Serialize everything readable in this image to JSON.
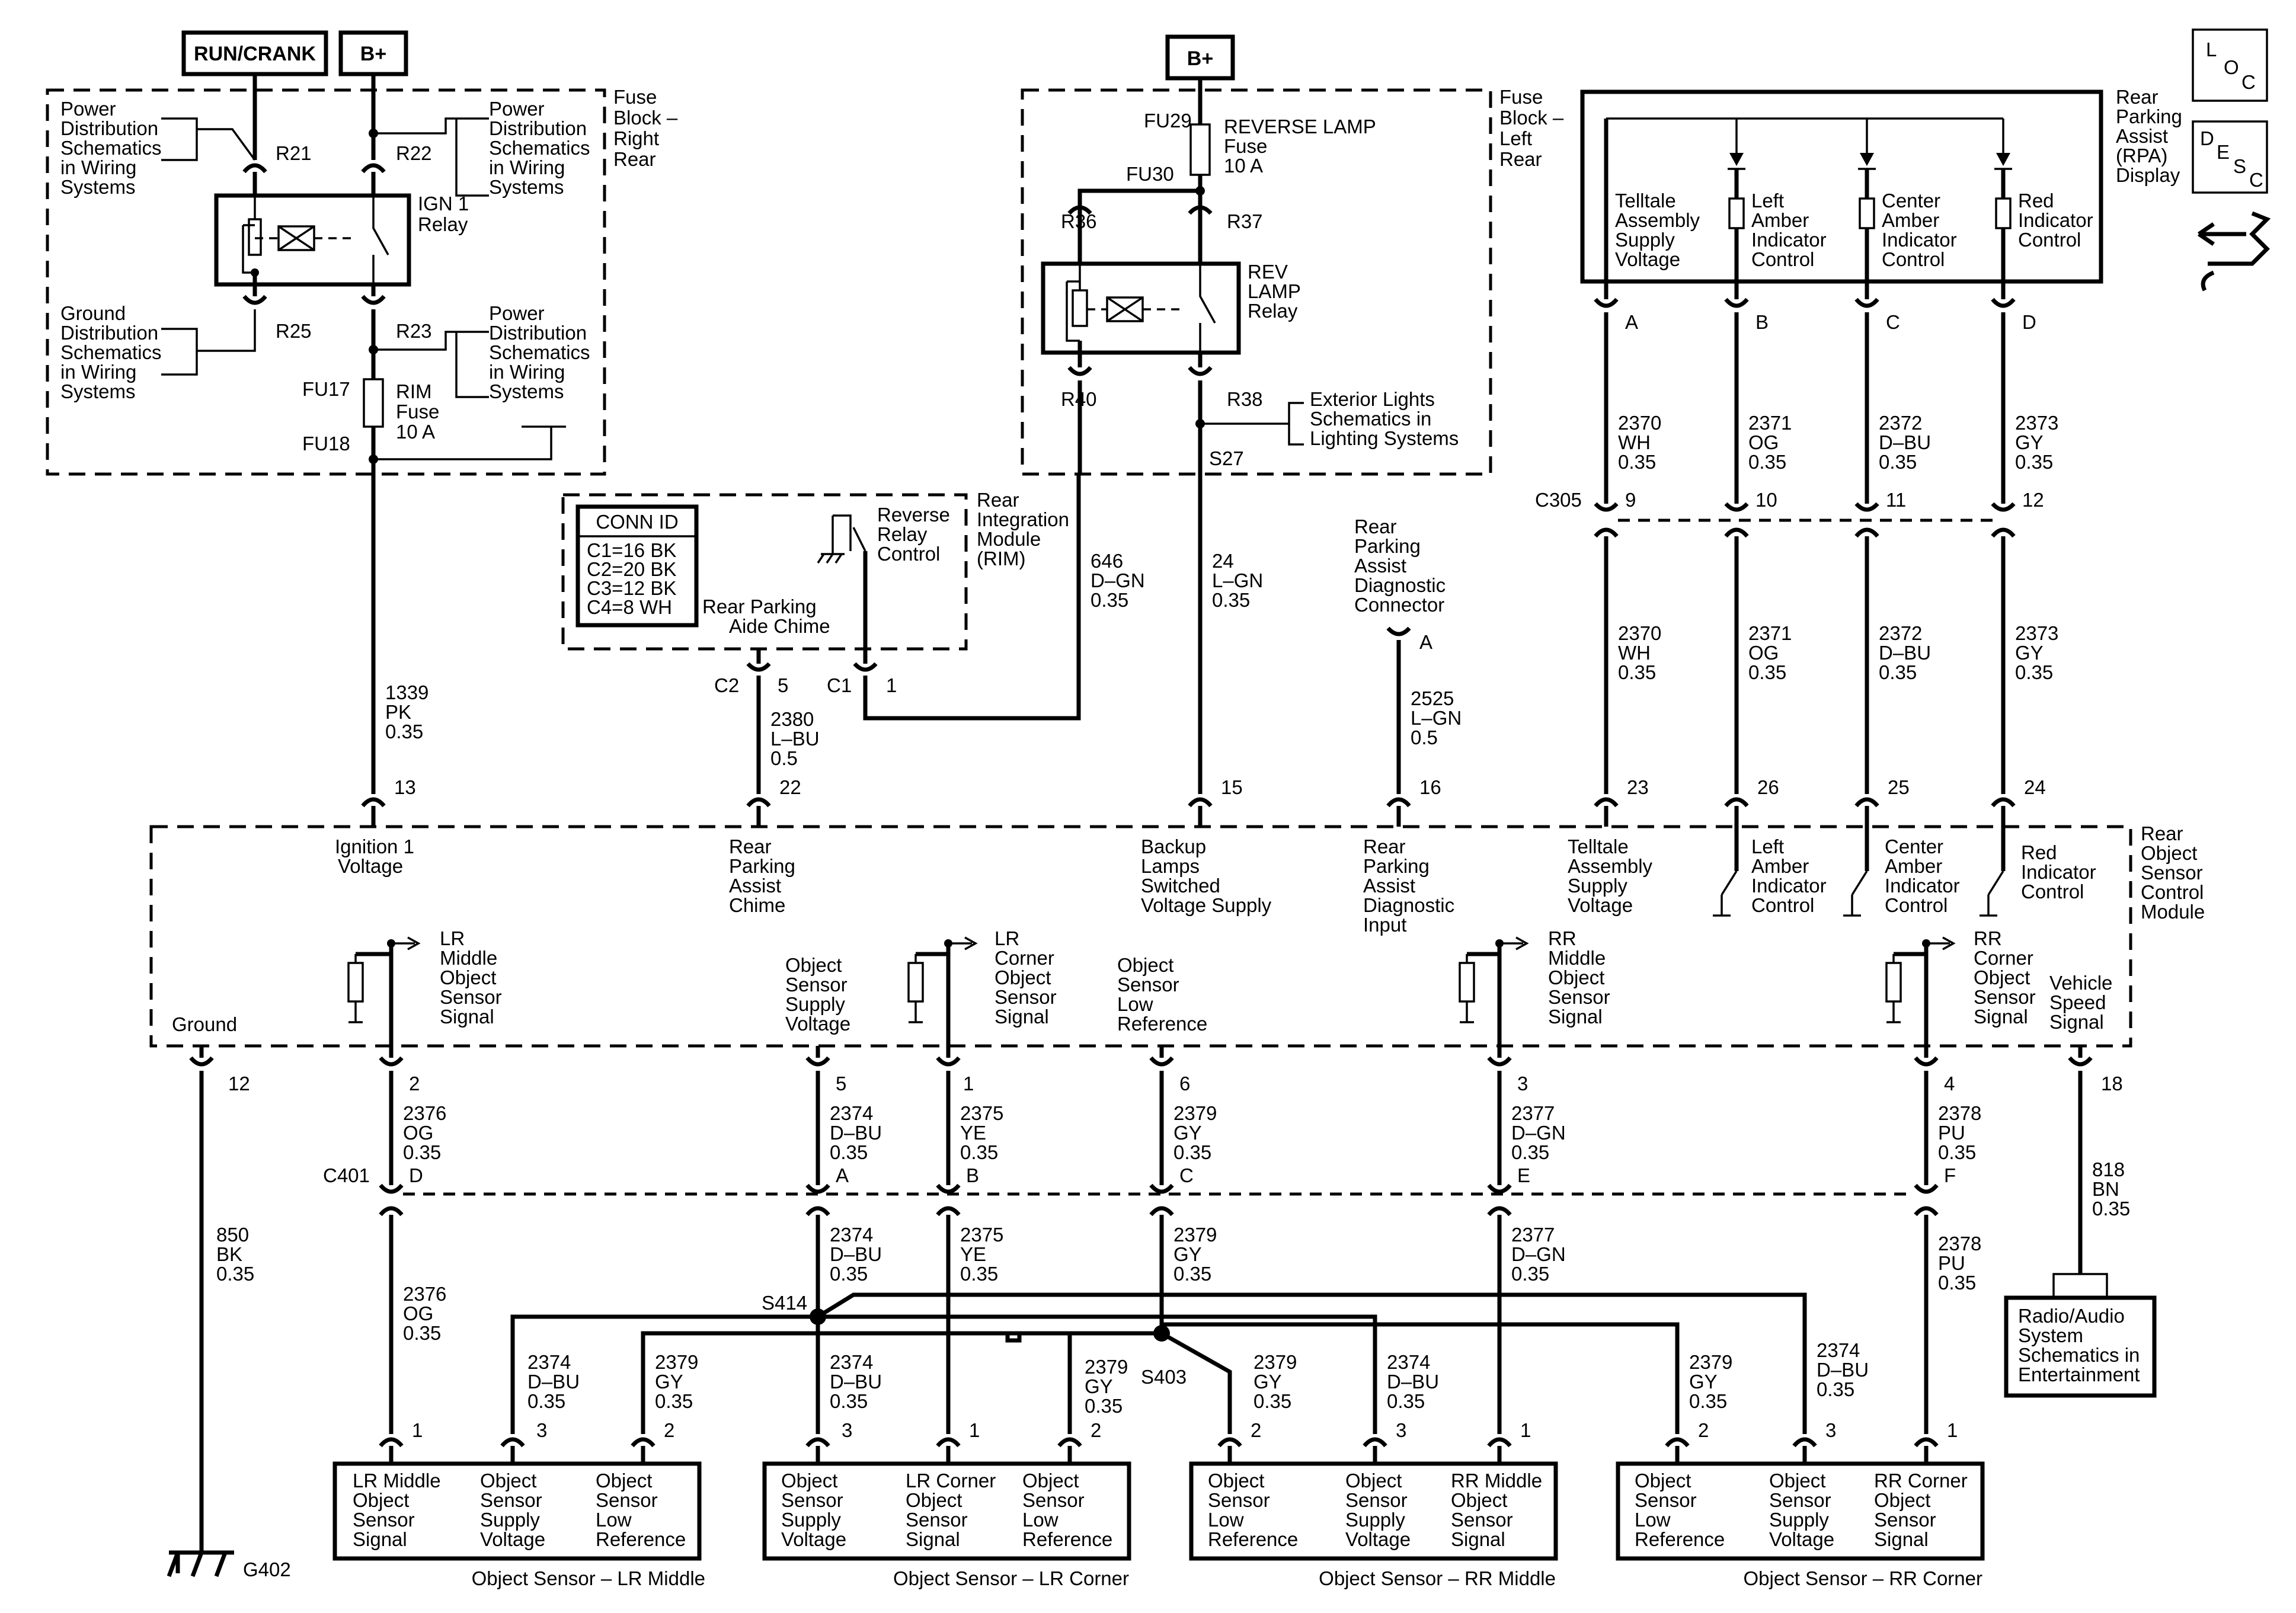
{
  "power": {
    "run_crank": "RUN/CRANK",
    "bplus": "B+",
    "bplus2": "B+"
  },
  "fuse_right": {
    "title": [
      "Fuse",
      "Block –",
      "Right",
      "Rear"
    ],
    "pwr_ref_1": [
      "Power",
      "Distribution",
      "Schematics",
      "in Wiring",
      "Systems"
    ],
    "pwr_ref_2": [
      "Power",
      "Distribution",
      "Schematics",
      "in Wiring",
      "Systems"
    ],
    "pwr_ref_3": [
      "Power",
      "Distribution",
      "Schematics",
      "in Wiring",
      "Systems"
    ],
    "gnd_ref": [
      "Ground",
      "Distribution",
      "Schematics",
      "in Wiring",
      "Systems"
    ],
    "R21": "R21",
    "R22": "R22",
    "R25": "R25",
    "R23": "R23",
    "relay": [
      "IGN 1",
      "Relay"
    ],
    "FU17": "FU17",
    "FU18": "FU18",
    "fuse": [
      "RIM",
      "Fuse",
      "10 A"
    ]
  },
  "fuse_left": {
    "title": [
      "Fuse",
      "Block –",
      "Left",
      "Rear"
    ],
    "FU29": "FU29",
    "FU30": "FU30",
    "fuse": [
      "REVERSE LAMP",
      "Fuse",
      "10 A"
    ],
    "R36": "R36",
    "R37": "R37",
    "R40": "R40",
    "R38": "R38",
    "relay": [
      "REV",
      "LAMP",
      "Relay"
    ],
    "ext_ref": [
      "Exterior Lights",
      "Schematics in",
      "Lighting Systems"
    ],
    "S27": "S27"
  },
  "rim": {
    "title": [
      "Rear",
      "Integration",
      "Module",
      "(RIM)"
    ],
    "conn_id": "CONN ID",
    "conn_lines": [
      "C1=16 BK",
      "C2=20 BK",
      "C3=12 BK",
      "C4=8 WH"
    ],
    "reverse": [
      "Reverse",
      "Relay",
      "Control"
    ],
    "chime": [
      "Rear Parking",
      "Aide Chime"
    ],
    "C2": "C2",
    "C2_pin": "5",
    "C1": "C1",
    "C1_pin": "1"
  },
  "wires_upper": {
    "w1339": [
      "1339",
      "PK",
      "0.35"
    ],
    "w2380": [
      "2380",
      "L–BU",
      "0.5"
    ],
    "w646": [
      "646",
      "D–GN",
      "0.35"
    ],
    "w24": [
      "24",
      "L–GN",
      "0.35"
    ],
    "w2525": [
      "2525",
      "L–GN",
      "0.5"
    ]
  },
  "diag_conn": {
    "label": [
      "Rear",
      "Parking",
      "Assist",
      "Diagnostic",
      "Connector"
    ],
    "pin": "A"
  },
  "rpa": {
    "title": [
      "Rear",
      "Parking",
      "Assist",
      "(RPA)",
      "Display"
    ],
    "loc": [
      "L",
      "O",
      "C"
    ],
    "desc": [
      "D",
      "E",
      "S",
      "C"
    ],
    "inner": [
      [
        "Telltale",
        "Assembly",
        "Supply",
        "Voltage"
      ],
      [
        "Left",
        "Amber",
        "Indicator",
        "Control"
      ],
      [
        "Center",
        "Amber",
        "Indicator",
        "Control"
      ],
      [
        "Red",
        "Indicator",
        "Control"
      ]
    ],
    "pins": [
      "A",
      "B",
      "C",
      "D"
    ],
    "wires_top": [
      [
        "2370",
        "WH",
        "0.35"
      ],
      [
        "2371",
        "OG",
        "0.35"
      ],
      [
        "2372",
        "D–BU",
        "0.35"
      ],
      [
        "2373",
        "GY",
        "0.35"
      ]
    ],
    "c305": "C305",
    "c305_pins": [
      "9",
      "10",
      "11",
      "12"
    ],
    "wires_bottom": [
      [
        "2370",
        "WH",
        "0.35"
      ],
      [
        "2371",
        "OG",
        "0.35"
      ],
      [
        "2372",
        "D–BU",
        "0.35"
      ],
      [
        "2373",
        "GY",
        "0.35"
      ]
    ]
  },
  "module": {
    "title": [
      "Rear",
      "Object",
      "Sensor",
      "Control",
      "Module"
    ],
    "top_pins": [
      "13",
      "22",
      "15",
      "16",
      "23",
      "26",
      "25",
      "24"
    ],
    "top_labels": [
      [
        "Ignition 1",
        "Voltage"
      ],
      [
        "Rear",
        "Parking",
        "Assist",
        "Chime"
      ],
      [
        "Backup",
        "Lamps",
        "Switched",
        "Voltage Supply"
      ],
      [
        "Rear",
        "Parking",
        "Assist",
        "Diagnostic",
        "Input"
      ],
      [
        "Telltale",
        "Assembly",
        "Supply",
        "Voltage"
      ],
      [
        "Left",
        "Amber",
        "Indicator",
        "Control"
      ],
      [
        "Center",
        "Amber",
        "Indicator",
        "Control"
      ],
      [
        "Red",
        "Indicator",
        "Control"
      ]
    ],
    "inner_labels": {
      "lr_middle": [
        "LR",
        "Middle",
        "Object",
        "Sensor",
        "Signal"
      ],
      "supply": [
        "Object",
        "Sensor",
        "Supply",
        "Voltage"
      ],
      "lr_corner": [
        "LR",
        "Corner",
        "Object",
        "Sensor",
        "Signal"
      ],
      "low_ref": [
        "Object",
        "Sensor",
        "Low",
        "Reference"
      ],
      "rr_middle": [
        "RR",
        "Middle",
        "Object",
        "Sensor",
        "Signal"
      ],
      "rr_corner": [
        "RR",
        "Corner",
        "Object",
        "Sensor",
        "Signal"
      ],
      "vss": [
        "Vehicle",
        "Speed",
        "Signal"
      ],
      "ground": "Ground"
    },
    "bottom_pins": [
      "12",
      "2",
      "5",
      "1",
      "6",
      "3",
      "4",
      "18"
    ]
  },
  "c401": {
    "label": "C401",
    "pins": [
      "D",
      "A",
      "B",
      "C",
      "E",
      "F"
    ],
    "wires_above": [
      [
        "2376",
        "OG",
        "0.35"
      ],
      [
        "2374",
        "D–BU",
        "0.35"
      ],
      [
        "2375",
        "YE",
        "0.35"
      ],
      [
        "2379",
        "GY",
        "0.35"
      ],
      [
        "2377",
        "D–GN",
        "0.35"
      ],
      [
        "2378",
        "PU",
        "0.35"
      ]
    ],
    "wires_below": [
      [
        "2376",
        "OG",
        "0.35"
      ],
      [
        "2374",
        "D–BU",
        "0.35"
      ],
      [
        "2375",
        "YE",
        "0.35"
      ],
      [
        "2379",
        "GY",
        "0.35"
      ],
      [
        "2377",
        "D–GN",
        "0.35"
      ],
      [
        "2378",
        "PU",
        "0.35"
      ]
    ]
  },
  "ground_wire": {
    "wire": [
      "850",
      "BK",
      "0.35"
    ],
    "g402": "G402"
  },
  "vss_wire": {
    "wire": [
      "818",
      "BN",
      "0.35"
    ],
    "ref": [
      "Radio/Audio",
      "System",
      "Schematics in",
      "Entertainment"
    ]
  },
  "splices": {
    "s414": "S414",
    "s403": "S403"
  },
  "branch_wires": {
    "lrm_supply": [
      "2374",
      "D–BU",
      "0.35"
    ],
    "lrm_low": [
      "2379",
      "GY",
      "0.35"
    ],
    "lrc_supply": [
      "2374",
      "D–BU",
      "0.35"
    ],
    "lrc_low": [
      "2379",
      "GY",
      "0.35"
    ],
    "rrm_low": [
      "2379",
      "GY",
      "0.35"
    ],
    "rrm_supply": [
      "2374",
      "D–BU",
      "0.35"
    ],
    "rrc_low": [
      "2379",
      "GY",
      "0.35"
    ],
    "rrc_supply": [
      "2374",
      "D–BU",
      "0.35"
    ]
  },
  "sensors": [
    {
      "name": "Object Sensor – LR Middle",
      "pins": [
        "1",
        "3",
        "2"
      ],
      "cols": [
        [
          "LR Middle",
          "Object",
          "Sensor",
          "Signal"
        ],
        [
          "Object",
          "Sensor",
          "Supply",
          "Voltage"
        ],
        [
          "Object",
          "Sensor",
          "Low",
          "Reference"
        ]
      ]
    },
    {
      "name": "Object Sensor – LR Corner",
      "pins": [
        "3",
        "1",
        "2"
      ],
      "cols": [
        [
          "Object",
          "Sensor",
          "Supply",
          "Voltage"
        ],
        [
          "LR Corner",
          "Object",
          "Sensor",
          "Signal"
        ],
        [
          "Object",
          "Sensor",
          "Low",
          "Reference"
        ]
      ]
    },
    {
      "name": "Object Sensor – RR Middle",
      "pins": [
        "2",
        "3",
        "1"
      ],
      "cols": [
        [
          "Object",
          "Sensor",
          "Low",
          "Reference"
        ],
        [
          "Object",
          "Sensor",
          "Supply",
          "Voltage"
        ],
        [
          "RR Middle",
          "Object",
          "Sensor",
          "Signal"
        ]
      ]
    },
    {
      "name": "Object Sensor – RR Corner",
      "pins": [
        "2",
        "3",
        "1"
      ],
      "cols": [
        [
          "Object",
          "Sensor",
          "Low",
          "Reference"
        ],
        [
          "Object",
          "Sensor",
          "Supply",
          "Voltage"
        ],
        [
          "RR Corner",
          "Object",
          "Sensor",
          "Signal"
        ]
      ]
    }
  ]
}
